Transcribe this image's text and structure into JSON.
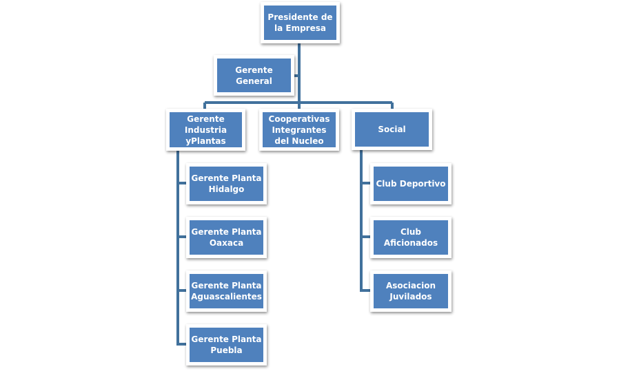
{
  "colors": {
    "box_fill": "#4f81bd",
    "box_border": "#ffffff",
    "connector": "#41719c",
    "text": "#ffffff",
    "background": "#ffffff"
  },
  "org_chart": {
    "president": "Presidente de la Empresa",
    "general_manager": "Gerente General",
    "departments": [
      {
        "label": "Gerente Industria yPlantas",
        "children": [
          "Gerente Planta Hidalgo",
          "Gerente Planta Oaxaca",
          "Gerente Planta Aguascalientes",
          "Gerente Planta Puebla"
        ]
      },
      {
        "label": "Cooperativas Integrantes del Nucleo",
        "children": []
      },
      {
        "label": "Social",
        "children": [
          "Club Deportivo",
          "Club Aficionados",
          "Asociacion Juvilados"
        ]
      }
    ]
  }
}
